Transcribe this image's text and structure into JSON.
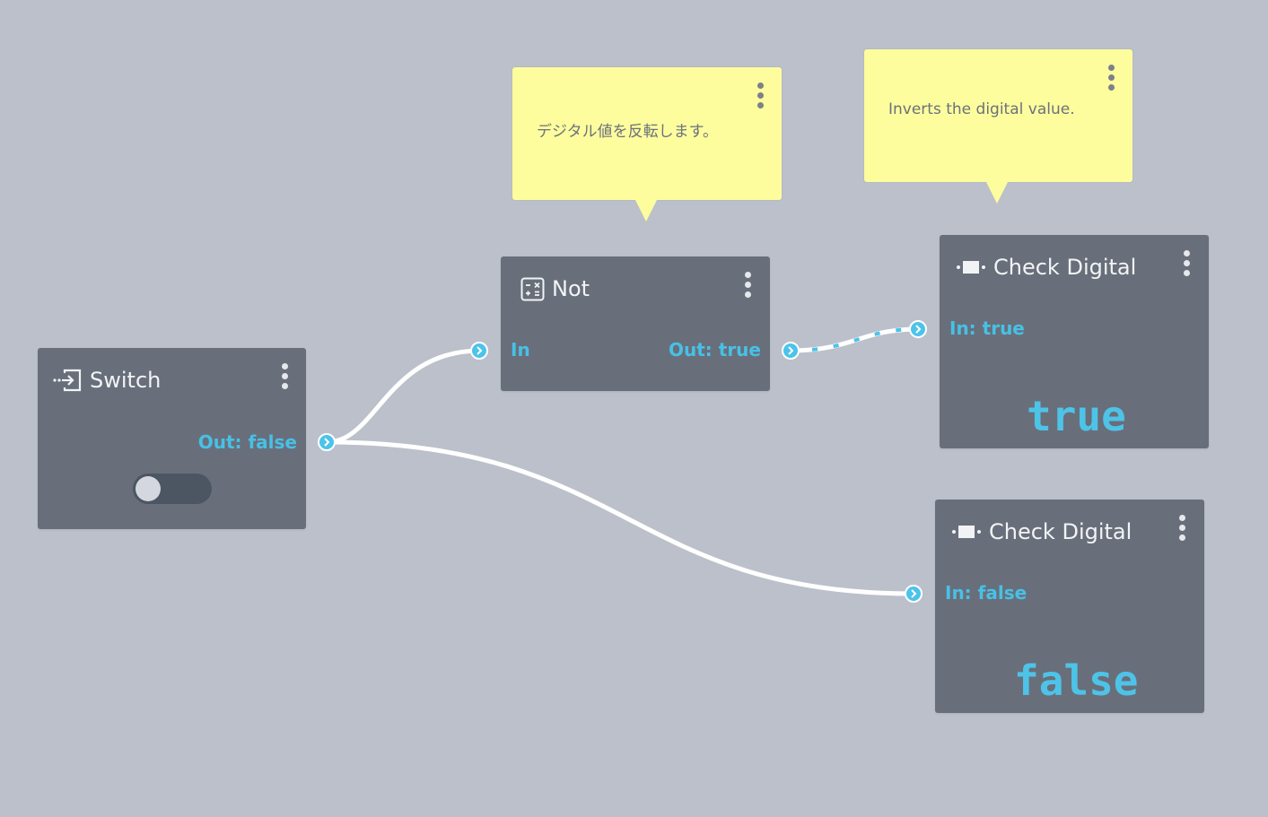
{
  "notes": [
    {
      "id": "note-not",
      "text": "デジタル値を反転します。"
    },
    {
      "id": "note-check",
      "text": "Inverts the digital value."
    }
  ],
  "nodes": {
    "switch": {
      "title": "Switch",
      "icon": "input-icon",
      "out_label": "Out: false",
      "toggle_state": "off"
    },
    "not": {
      "title": "Not",
      "icon": "calculator-icon",
      "in_label": "In",
      "out_label": "Out: true"
    },
    "check_top": {
      "title": "Check Digital",
      "icon": "digital-probe-icon",
      "in_label": "In: true",
      "value": "true"
    },
    "check_bottom": {
      "title": "Check Digital",
      "icon": "digital-probe-icon",
      "in_label": "In: false",
      "value": "false"
    }
  },
  "connections": [
    {
      "from": "switch.out",
      "to": "not.in",
      "state": "false"
    },
    {
      "from": "switch.out",
      "to": "check_bottom.in",
      "state": "false"
    },
    {
      "from": "not.out",
      "to": "check_top.in",
      "state": "true"
    }
  ],
  "colors": {
    "canvas": "#bbc0ca",
    "node": "#686f7a",
    "note": "#fdfd9d",
    "accent": "#48c0e6",
    "wire_idle": "#ffffff",
    "wire_active": "#4cc3ea"
  }
}
